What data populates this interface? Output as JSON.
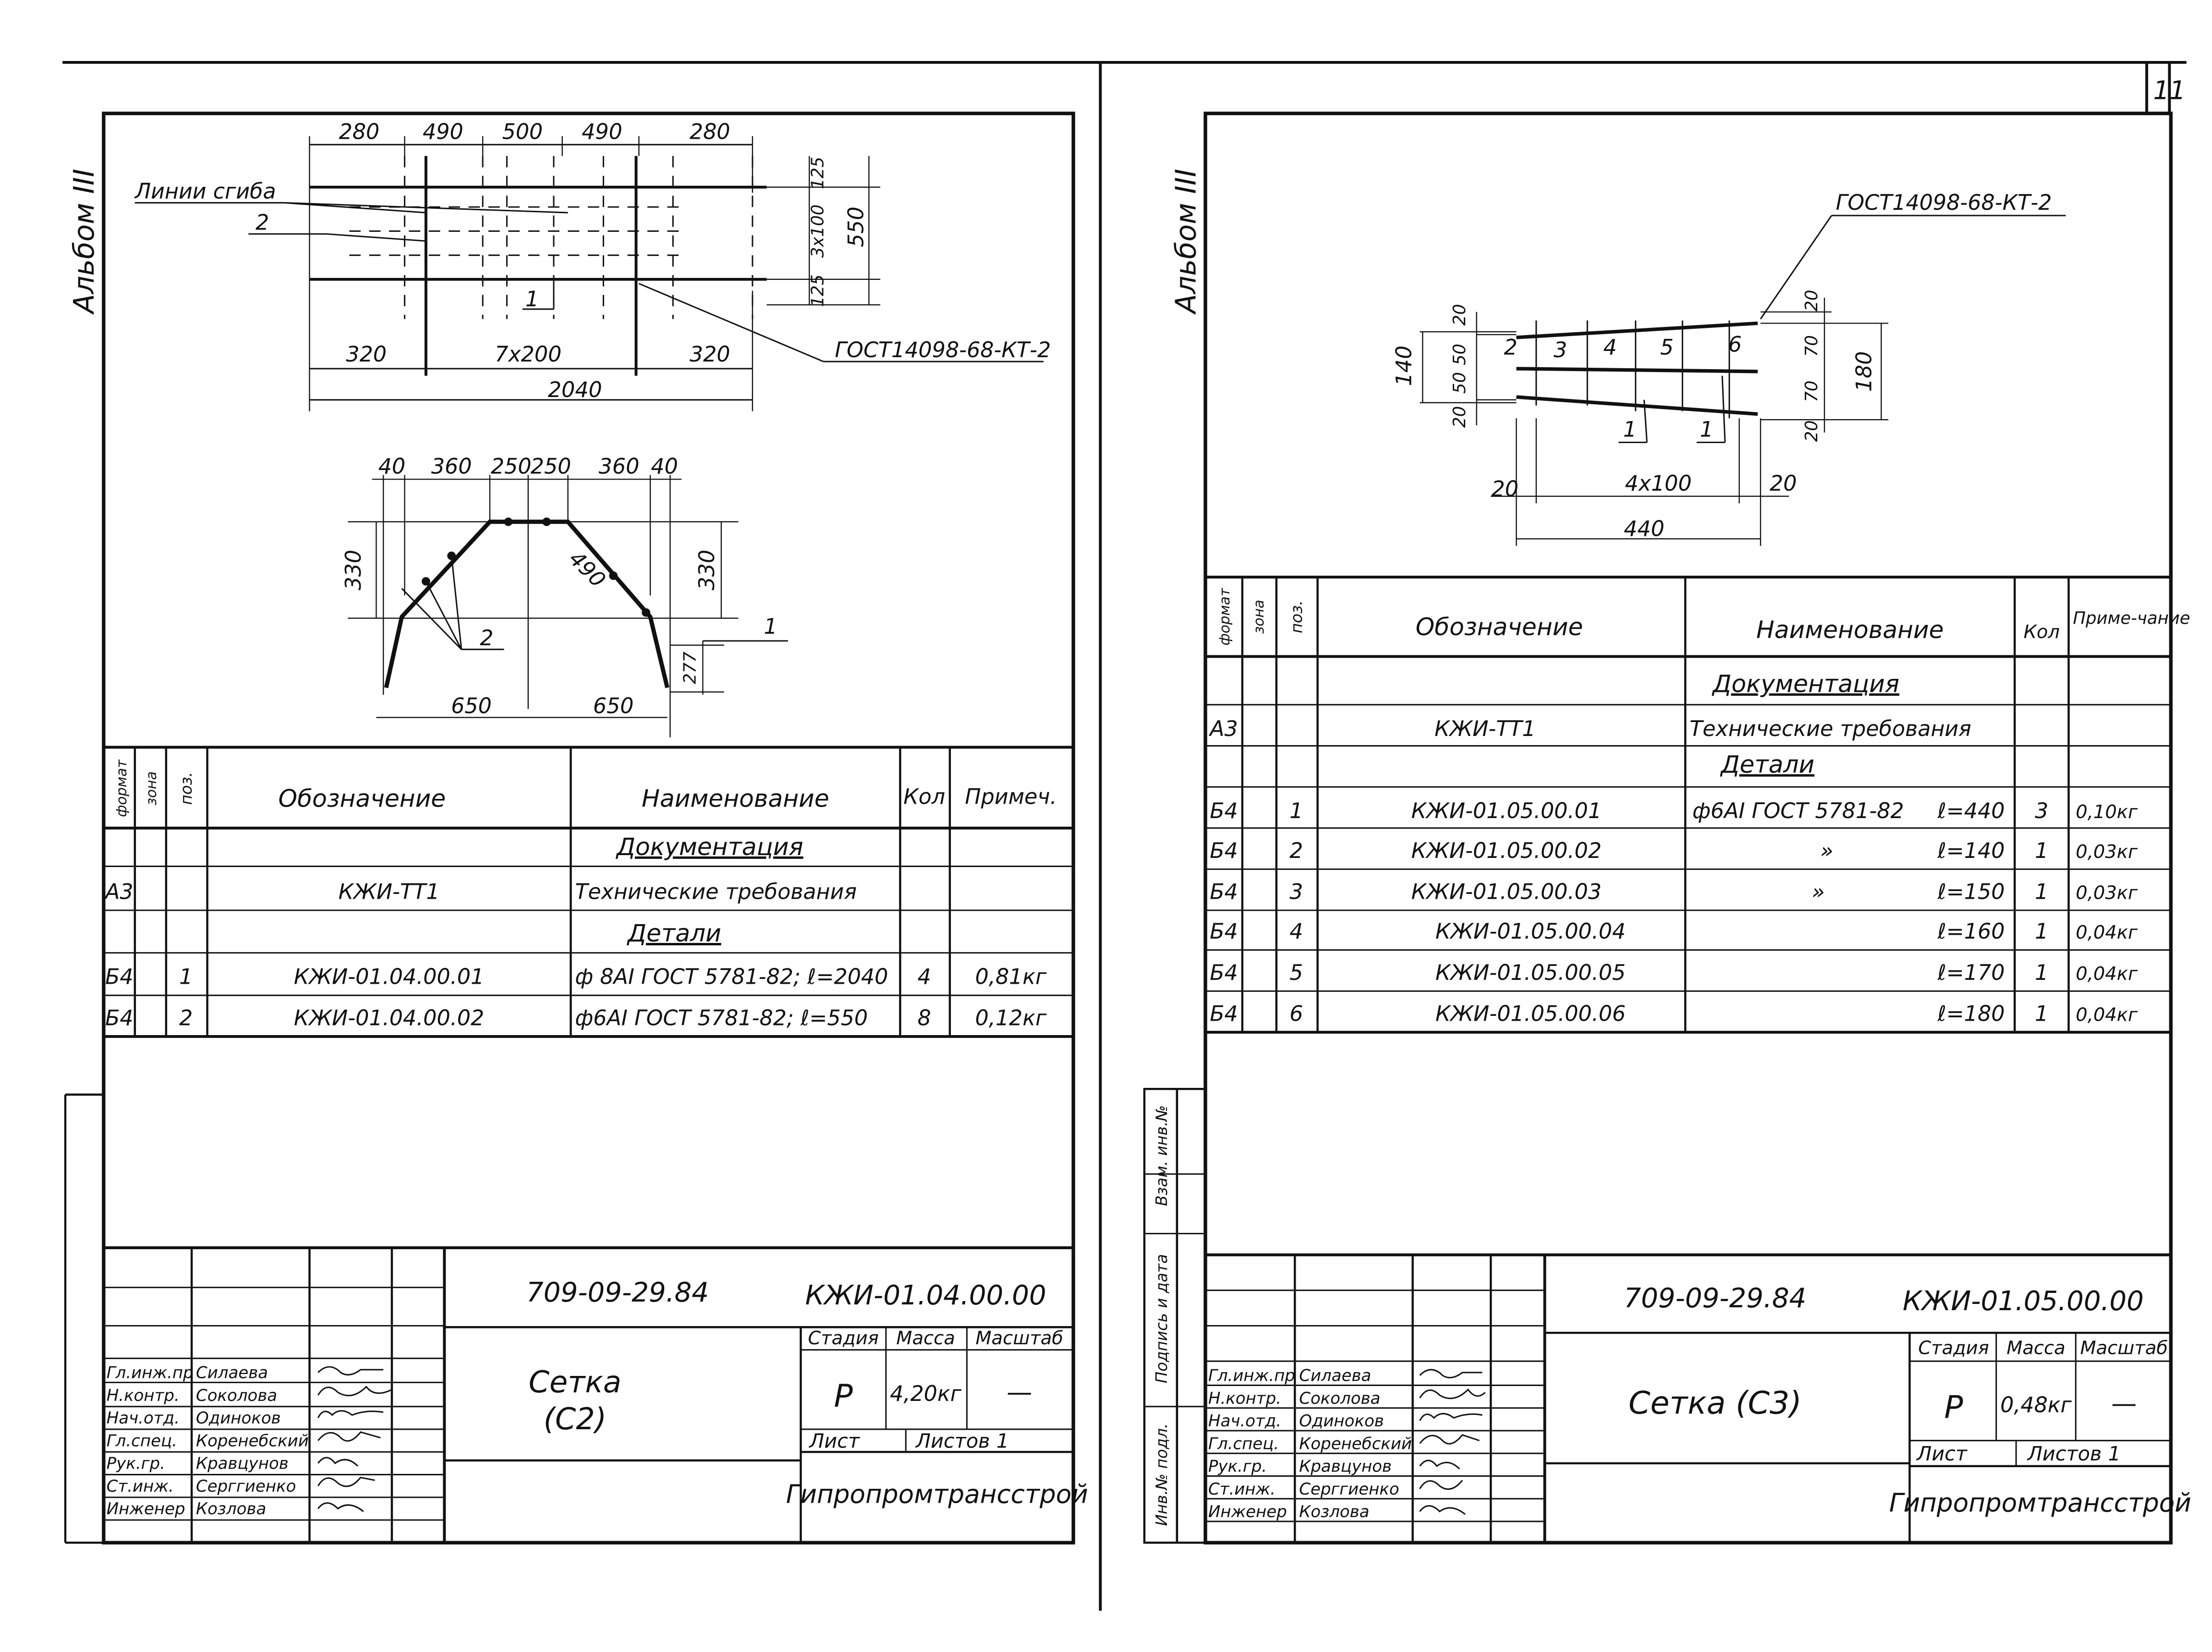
{
  "page_number": "11",
  "left": {
    "album": "Альбом III",
    "drawing1": {
      "dims_top": [
        "280",
        "490",
        "500",
        "490",
        "280"
      ],
      "bend_label": "Линии сгиба",
      "pos2": "2",
      "pos1": "1",
      "dims_right": [
        "125",
        "3x100",
        "125"
      ],
      "dim_550": "550",
      "gost": "ГОСТ14098-68-КТ-2",
      "dims_bottom": [
        "320",
        "7x200",
        "320"
      ],
      "dim_total": "2040"
    },
    "drawing2": {
      "dims_top": [
        "40",
        "360",
        "250",
        "250",
        "360",
        "40"
      ],
      "dim_330_left": "330",
      "dim_330_right": "330",
      "dim_490": "490",
      "dim_277": "277",
      "pos2": "2",
      "pos1": "1",
      "dims_bottom": [
        "650",
        "650"
      ]
    },
    "spec": {
      "headers": {
        "format": "формат",
        "zone": "зона",
        "pos": "поз.",
        "designation": "Обозначение",
        "name": "Наименование",
        "qty": "Кол",
        "note": "Примеч."
      },
      "rows": [
        {
          "format": "",
          "pos": "",
          "designation": "",
          "name": "Документация",
          "qty": "",
          "note": ""
        },
        {
          "format": "А3",
          "pos": "",
          "designation": "КЖИ-ТТ1",
          "name": "Технические требования",
          "qty": "",
          "note": ""
        },
        {
          "format": "",
          "pos": "",
          "designation": "",
          "name": "Детали",
          "qty": "",
          "note": ""
        },
        {
          "format": "Б4",
          "pos": "1",
          "designation": "КЖИ-01.04.00.01",
          "name": "ф 8АI ГОСТ 5781-82; ℓ=2040",
          "qty": "4",
          "note": "0,81кг"
        },
        {
          "format": "Б4",
          "pos": "2",
          "designation": "КЖИ-01.04.00.02",
          "name": "ф6АI ГОСТ 5781-82; ℓ=550",
          "qty": "8",
          "note": "0,12кг"
        }
      ]
    },
    "title_block": {
      "code": "709-09-29.84",
      "doc_id": "КЖИ-01.04.00.00",
      "title_line1": "Сетка",
      "title_line2": "(С2)",
      "stage_h": "Стадия",
      "mass_h": "Масса",
      "scale_h": "Масштаб",
      "stage": "Р",
      "mass": "4,20кг",
      "scale": "—",
      "sheet": "Лист",
      "sheets": "Листов 1",
      "org": "Гипропромтрансстрой",
      "roles": [
        "Гл.инж.пр",
        "Н.контр.",
        "Нач.отд.",
        "Гл.спец.",
        "Рук.гр.",
        "Ст.инж.",
        "Инженер"
      ],
      "names": [
        "Силаева",
        "Соколова",
        "Одиноков",
        "Коренебский",
        "Кравцунов",
        "Серггиенко",
        "Козлова"
      ]
    }
  },
  "right": {
    "album": "Альбом III",
    "drawing": {
      "gost": "ГОСТ14098-68-КТ-2",
      "positions": [
        "2",
        "3",
        "4",
        "5",
        "6"
      ],
      "pos1a": "1",
      "pos1b": "1",
      "dims_left": [
        "20",
        "50",
        "50",
        "20"
      ],
      "dim_140": "140",
      "dims_right": [
        "20",
        "70",
        "70",
        "20"
      ],
      "dim_180": "180",
      "dim_4x100": "4x100",
      "dim_20a": "20",
      "dim_20b": "20",
      "dim_440": "440"
    },
    "spec": {
      "headers": {
        "format": "формат",
        "zone": "зона",
        "pos": "поз.",
        "designation": "Обозначение",
        "name": "Наименование",
        "qty": "Кол",
        "note": "Приме-чание"
      },
      "rows": [
        {
          "format": "",
          "pos": "",
          "designation": "",
          "name": "Документация",
          "len": "",
          "qty": "",
          "note": ""
        },
        {
          "format": "А3",
          "pos": "",
          "designation": "КЖИ-ТТ1",
          "name": "Технические требования",
          "len": "",
          "qty": "",
          "note": ""
        },
        {
          "format": "",
          "pos": "",
          "designation": "",
          "name": "Детали",
          "len": "",
          "qty": "",
          "note": ""
        },
        {
          "format": "Б4",
          "pos": "1",
          "designation": "КЖИ-01.05.00.01",
          "name": "ф6АI ГОСТ 5781-82",
          "len": "ℓ=440",
          "qty": "3",
          "note": "0,10кг"
        },
        {
          "format": "Б4",
          "pos": "2",
          "designation": "КЖИ-01.05.00.02",
          "name": "»",
          "len": "ℓ=140",
          "qty": "1",
          "note": "0,03кг"
        },
        {
          "format": "Б4",
          "pos": "3",
          "designation": "КЖИ-01.05.00.03",
          "name": "»",
          "len": "ℓ=150",
          "qty": "1",
          "note": "0,03кг"
        },
        {
          "format": "Б4",
          "pos": "4",
          "designation": "КЖИ-01.05.00.04",
          "name": "",
          "len": "ℓ=160",
          "qty": "1",
          "note": "0,04кг"
        },
        {
          "format": "Б4",
          "pos": "5",
          "designation": "КЖИ-01.05.00.05",
          "name": "",
          "len": "ℓ=170",
          "qty": "1",
          "note": "0,04кг"
        },
        {
          "format": "Б4",
          "pos": "6",
          "designation": "КЖИ-01.05.00.06",
          "name": "",
          "len": "ℓ=180",
          "qty": "1",
          "note": "0,04кг"
        }
      ]
    },
    "side_stamps": [
      "Инв.№ подл.",
      "Подпись и дата",
      "Взам. инв.№"
    ],
    "title_block": {
      "code": "709-09-29.84",
      "doc_id": "КЖИ-01.05.00.00",
      "title": "Сетка (С3)",
      "stage_h": "Стадия",
      "mass_h": "Масса",
      "scale_h": "Масштаб",
      "stage": "Р",
      "mass": "0,48кг",
      "scale": "—",
      "sheet": "Лист",
      "sheets": "Листов 1",
      "org": "Гипропромтрансстрой",
      "roles": [
        "Гл.инж.пр",
        "Н.контр.",
        "Нач.отд.",
        "Гл.спец.",
        "Рук.гр.",
        "Ст.инж.",
        "Инженер"
      ],
      "names": [
        "Силаева",
        "Соколова",
        "Одиноков",
        "Коренебский",
        "Кравцунов",
        "Серггиенко",
        "Козлова"
      ]
    }
  }
}
